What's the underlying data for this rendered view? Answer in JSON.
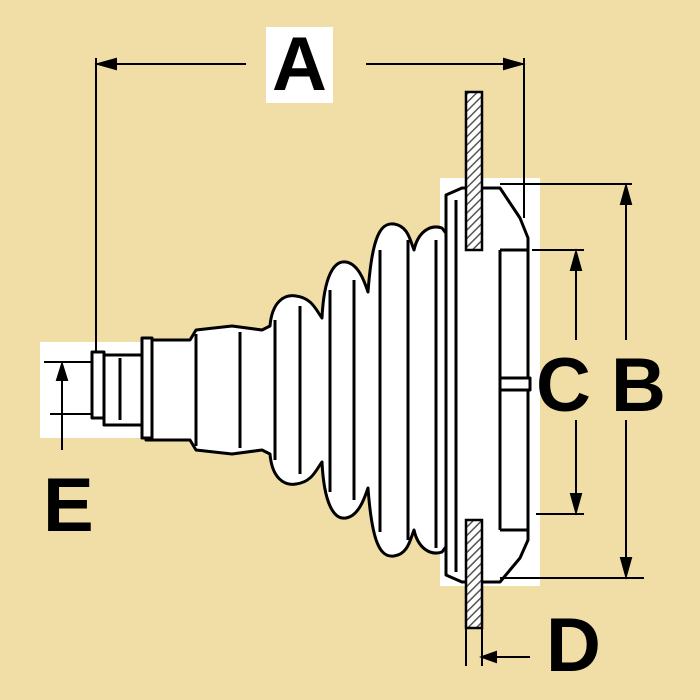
{
  "diagram": {
    "labels": {
      "a": "A",
      "b": "B",
      "c": "C",
      "d": "D",
      "e": "E"
    },
    "colors": {
      "background": "#f0dea6",
      "outline": "#000000",
      "part_fill": "#ffffff",
      "hatch": "#6e6e6e"
    }
  }
}
